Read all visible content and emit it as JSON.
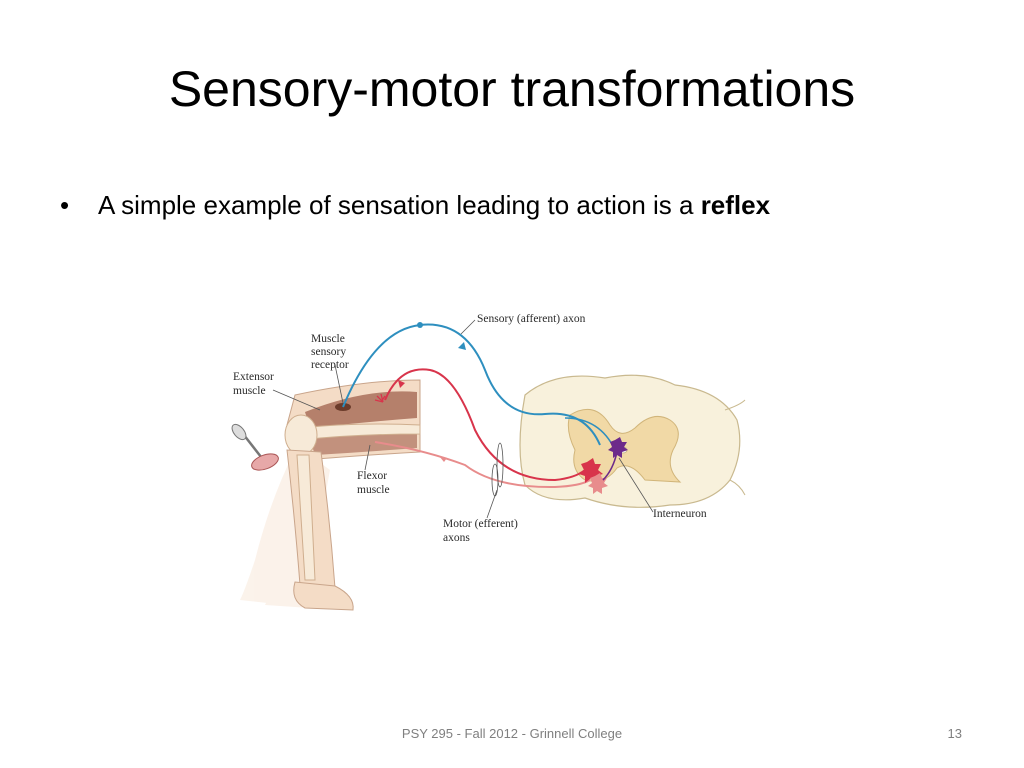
{
  "slide": {
    "title": "Sensory-motor transformations",
    "bullet": {
      "text": "A simple example of sensation leading to action is a ",
      "keyword": "reflex"
    },
    "footer": "PSY 295 - Fall 2012 - Grinnell College",
    "page_number": "13"
  },
  "diagram": {
    "labels": {
      "sensory_axon": "Sensory (afferent) axon",
      "muscle_receptor_1": "Muscle",
      "muscle_receptor_2": "sensory",
      "muscle_receptor_3": "receptor",
      "extensor_1": "Extensor",
      "extensor_2": "muscle",
      "flexor_1": "Flexor",
      "flexor_2": "muscle",
      "motor_axons_1": "Motor (efferent)",
      "motor_axons_2": "axons",
      "interneuron": "Interneuron"
    },
    "colors": {
      "sensory_axon": "#2e8fbf",
      "motor_axon_extensor": "#d8344b",
      "motor_axon_flexor": "#e88c8c",
      "interneuron": "#6d2a8a",
      "gray_matter": "#f1d9a6",
      "white_matter": "#f8f1dc",
      "muscle": "#a9705a",
      "skin": "#f4dcc6"
    }
  }
}
